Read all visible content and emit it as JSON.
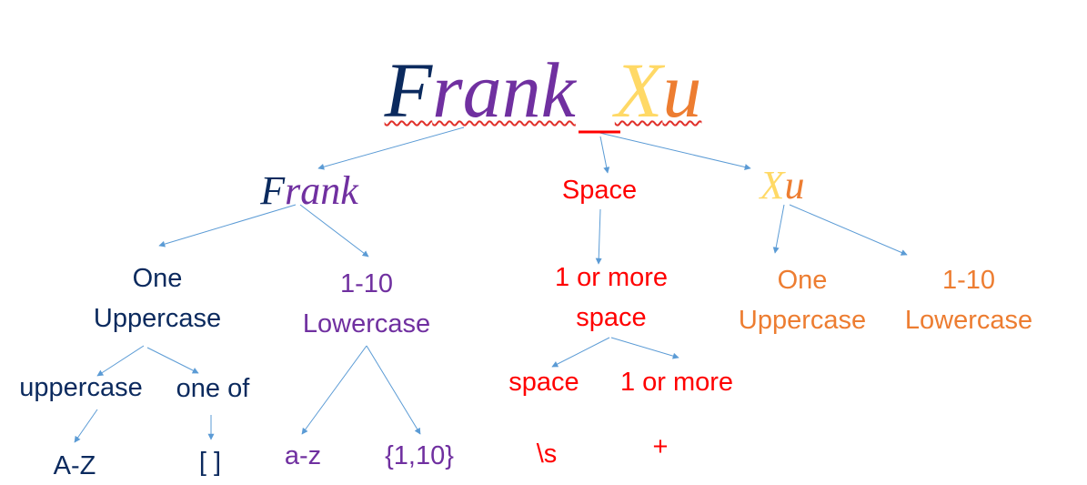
{
  "root": {
    "part1": "Frank",
    "part2": "Xu"
  },
  "level1": {
    "frank": "Frank",
    "space": "Space",
    "xu": "Xu"
  },
  "level2": {
    "one_uppercase": [
      "One",
      "Uppercase"
    ],
    "lowercase_1_10": [
      "1-10",
      "Lowercase"
    ],
    "one_or_more_space": [
      "1 or more",
      "space"
    ],
    "xu_one_uppercase": [
      "One",
      "Uppercase"
    ],
    "xu_lowercase": [
      "1-10",
      "Lowercase"
    ]
  },
  "level3": {
    "uppercase": "uppercase",
    "one_of": "one of",
    "space": "space",
    "one_or_more": "1 or more"
  },
  "level4": {
    "a_z_upper": "A-Z",
    "brackets": "[  ]",
    "a_z_lower": "a-z",
    "quantifier": "{1,10}",
    "whitespace": "\\s",
    "plus": "+"
  },
  "colors": {
    "navy": "#0b2a5e",
    "purple": "#7030a0",
    "red": "#ff0000",
    "orange": "#ed7d31",
    "yellow": "#ffd966",
    "arrow": "#5b9bd5"
  }
}
